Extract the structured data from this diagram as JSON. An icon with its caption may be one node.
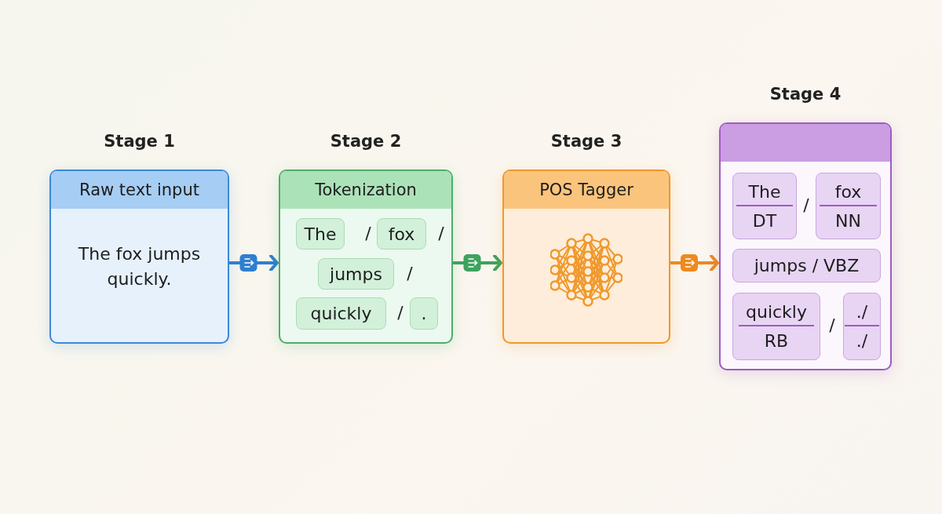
{
  "diagram": {
    "nodes": [
      {
        "text": [
          "Stage 1",
          "Raw text input",
          "The fox jumps quickly."
        ]
      },
      {
        "text": [
          "Stage 2",
          "Tokenization"
        ]
      },
      {
        "text": [
          "The"
        ],
        "in": 1
      },
      {
        "text": [
          "fox"
        ],
        "in": 1
      },
      {
        "text": [
          "jumps"
        ],
        "in": 1
      },
      {
        "text": [
          "quickly"
        ],
        "in": 1
      },
      {
        "text": [
          "."
        ],
        "in": 1
      },
      {
        "text": [
          "Stage 3",
          "POS Tagger"
        ]
      },
      {
        "text": [
          "Stage 4"
        ]
      },
      {
        "text": [
          "The",
          "DT"
        ],
        "in": 8
      },
      {
        "text": [
          "fox",
          "NN"
        ],
        "in": 8
      },
      {
        "text": [
          "jumps / VBZ"
        ],
        "in": 8
      },
      {
        "text": [
          "quickly",
          "RB"
        ],
        "in": 8
      },
      {
        "text": [
          "./",
          "./"
        ],
        "in": 8
      }
    ],
    "edges": [
      {
        "from": 0,
        "to": 1,
        "arrow": "to",
        "color": "#2f7fcf"
      },
      {
        "from": 1,
        "to": 7,
        "arrow": "to",
        "color": "#3da35d"
      },
      {
        "from": 7,
        "to": 8,
        "arrow": "to",
        "color": "#ee8a1f"
      }
    ],
    "labels": [
      "/",
      "/",
      "/",
      "/",
      "/",
      "/"
    ]
  }
}
